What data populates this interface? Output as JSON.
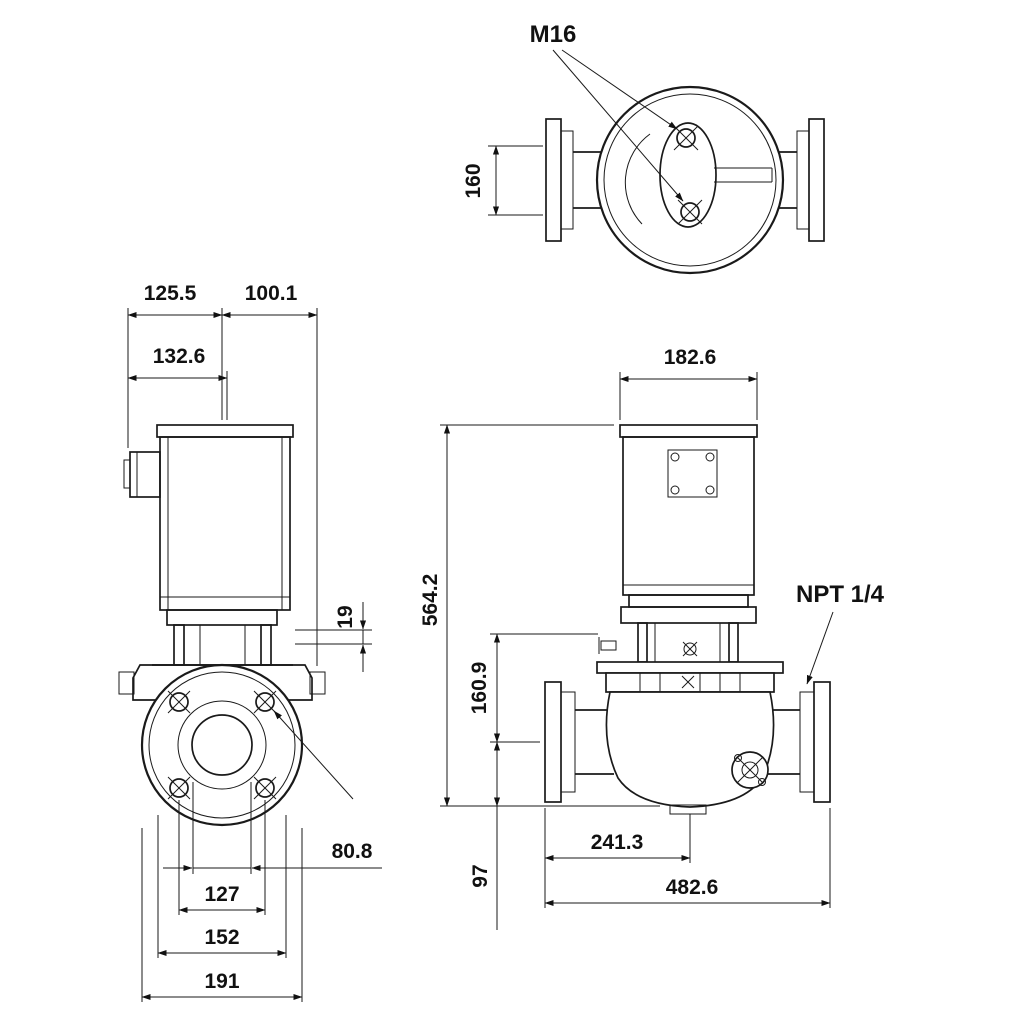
{
  "drawing": {
    "type": "pump-dimensional-drawing",
    "colors": {
      "line": "#1a1a1a",
      "background": "#ffffff"
    },
    "views": {
      "top": {
        "thread_label": "M16",
        "dim_160": "160"
      },
      "side": {
        "dim_125_5": "125.5",
        "dim_100_1": "100.1",
        "dim_132_6": "132.6",
        "dim_19": "19",
        "dim_80_8": "80.8",
        "dim_127": "127",
        "dim_152": "152",
        "dim_191": "191"
      },
      "front": {
        "port_label": "NPT 1/4",
        "dim_182_6": "182.6",
        "dim_564_2": "564.2",
        "dim_160_9": "160.9",
        "dim_97": "97",
        "dim_241_3": "241.3",
        "dim_482_6": "482.6"
      }
    }
  }
}
